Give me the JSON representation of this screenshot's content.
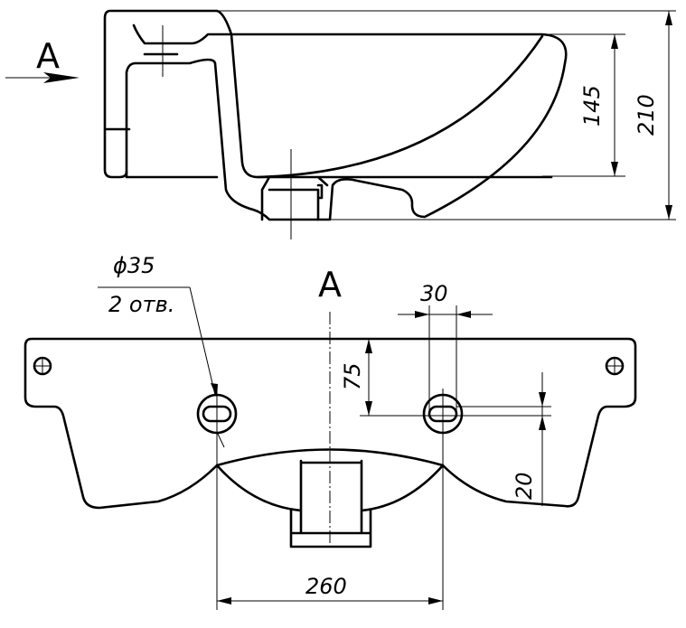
{
  "view_label_side": "A",
  "view_label_bottom": "A",
  "dimensions": {
    "bowl_depth": "145",
    "total_height": "210",
    "hole_diameter": "ϕ35",
    "hole_count": "2 отв.",
    "hole_width": "30",
    "hole_offset_top": "75",
    "hole_offset_bottom": "20",
    "hole_spacing": "260"
  }
}
